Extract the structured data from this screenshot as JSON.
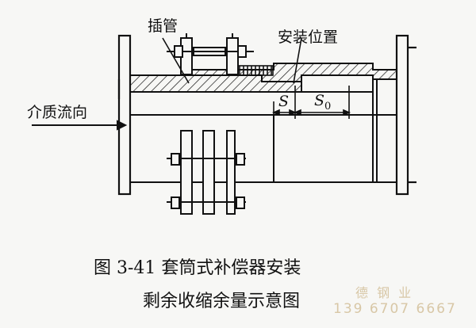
{
  "diagram": {
    "labels": {
      "inserted_pipe": "插管",
      "install_position": "安装位置",
      "medium_flow": "介质流向",
      "s": "S",
      "s0": "S",
      "s0_sub": "0"
    }
  },
  "caption": {
    "line1": "图 3-41   套筒式补偿器安装",
    "line2": "剩余收缩余量示意图"
  },
  "watermark": {
    "line1": "德 钢 业",
    "line2": "139 6707 6667"
  },
  "colors": {
    "ink": "#111111",
    "paper": "#f7f7f5",
    "watermark": "#d8c7a6"
  }
}
